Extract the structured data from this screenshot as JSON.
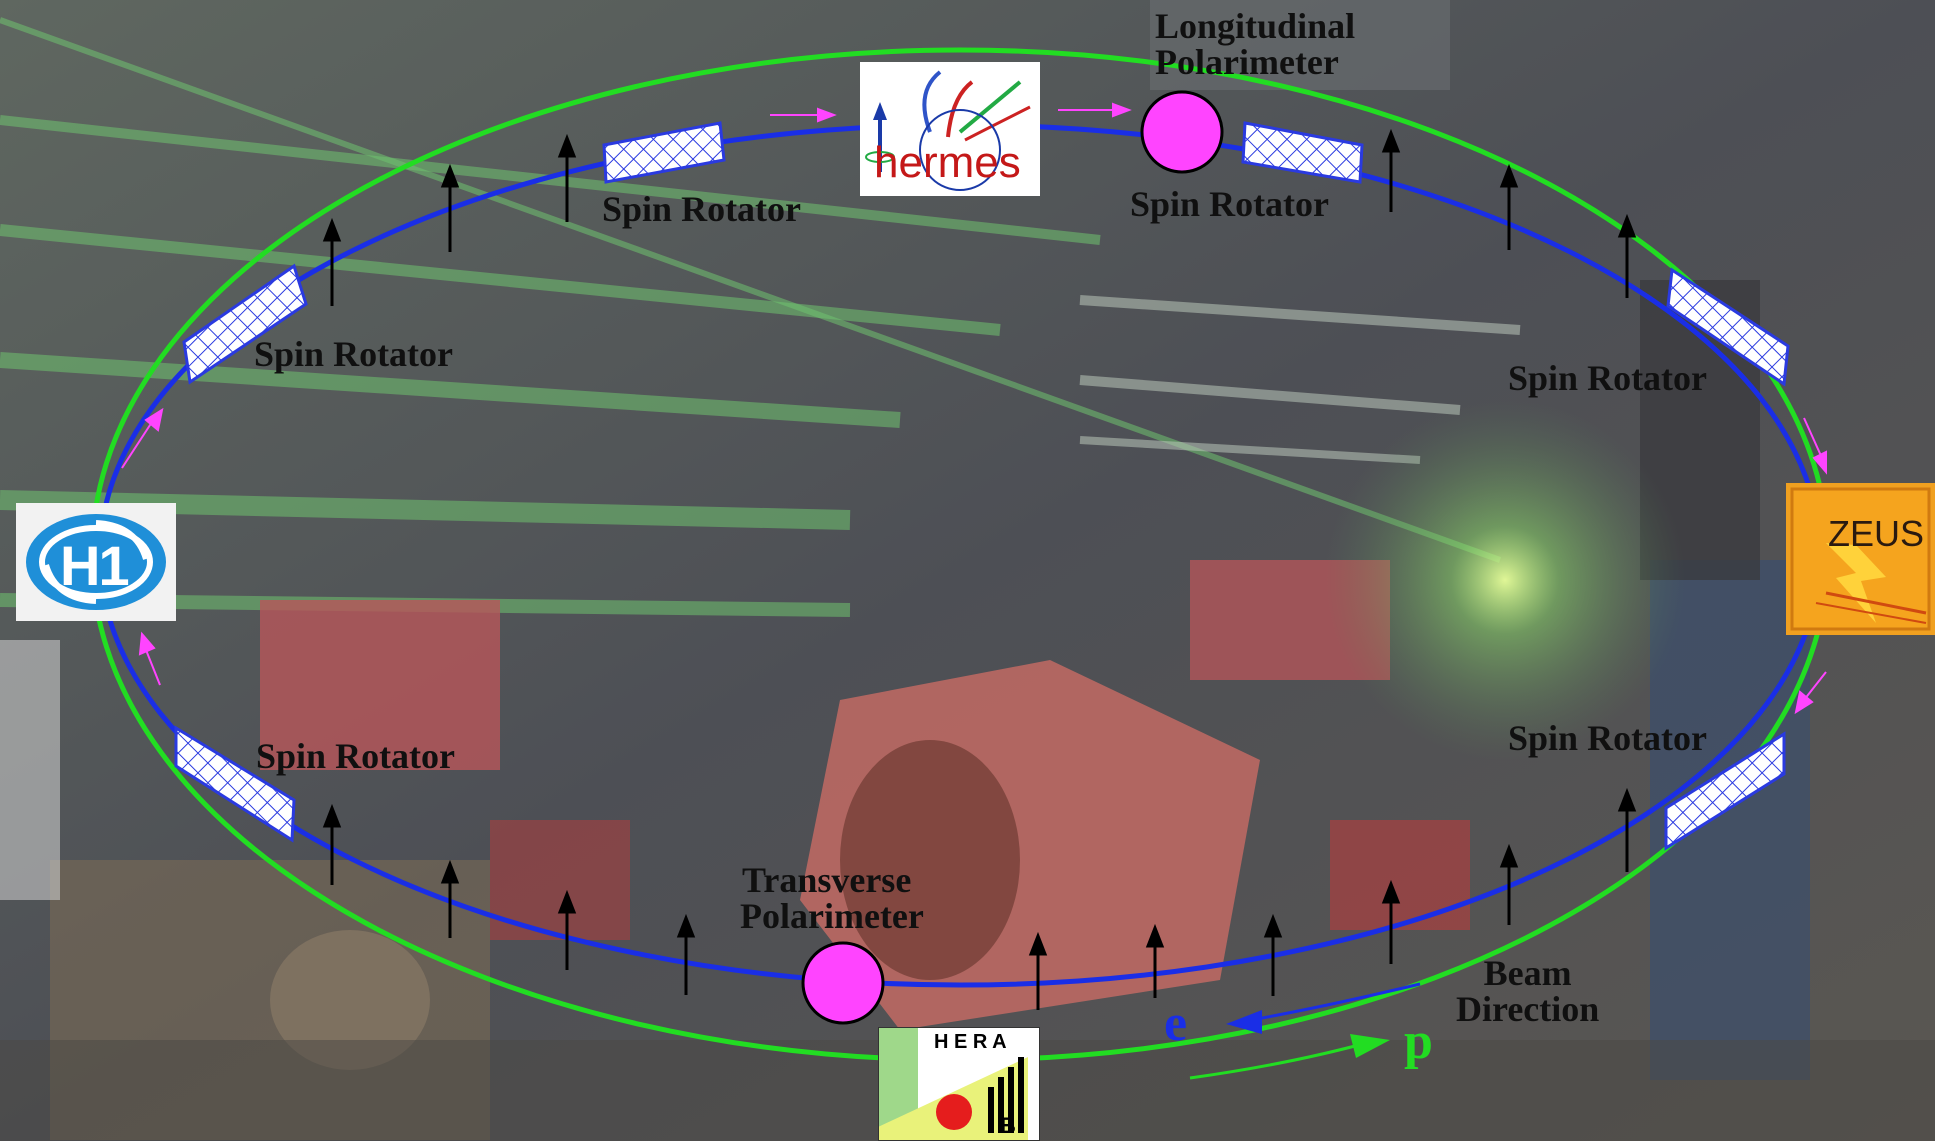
{
  "labels": {
    "spin_rotator": "Spin Rotator",
    "longitudinal_polarimeter": [
      "Longitudinal",
      "Polarimeter"
    ],
    "transverse_polarimeter": [
      "Transverse",
      "Polarimeter"
    ],
    "beam_direction": [
      "Beam",
      "Direction"
    ],
    "electron": "e",
    "proton": "p"
  },
  "experiments": {
    "h1": "H1",
    "hermes": "hermes",
    "zeus": "ZEUS",
    "herab_top": "H E R A",
    "herab_bottom": "B"
  },
  "colors": {
    "electron_ring": "#1a2ee6",
    "proton_ring": "#22dd22",
    "polarimeter": "#ff44ff",
    "direction_arrow": "#ff44ff",
    "electron_label": "#1a2ee6",
    "proton_label": "#22dd22",
    "spin_arrow": "#000000"
  },
  "icons": [
    "spin-rotator-icon",
    "polarimeter-icon",
    "spin-arrow-icon",
    "direction-arrow-icon"
  ]
}
